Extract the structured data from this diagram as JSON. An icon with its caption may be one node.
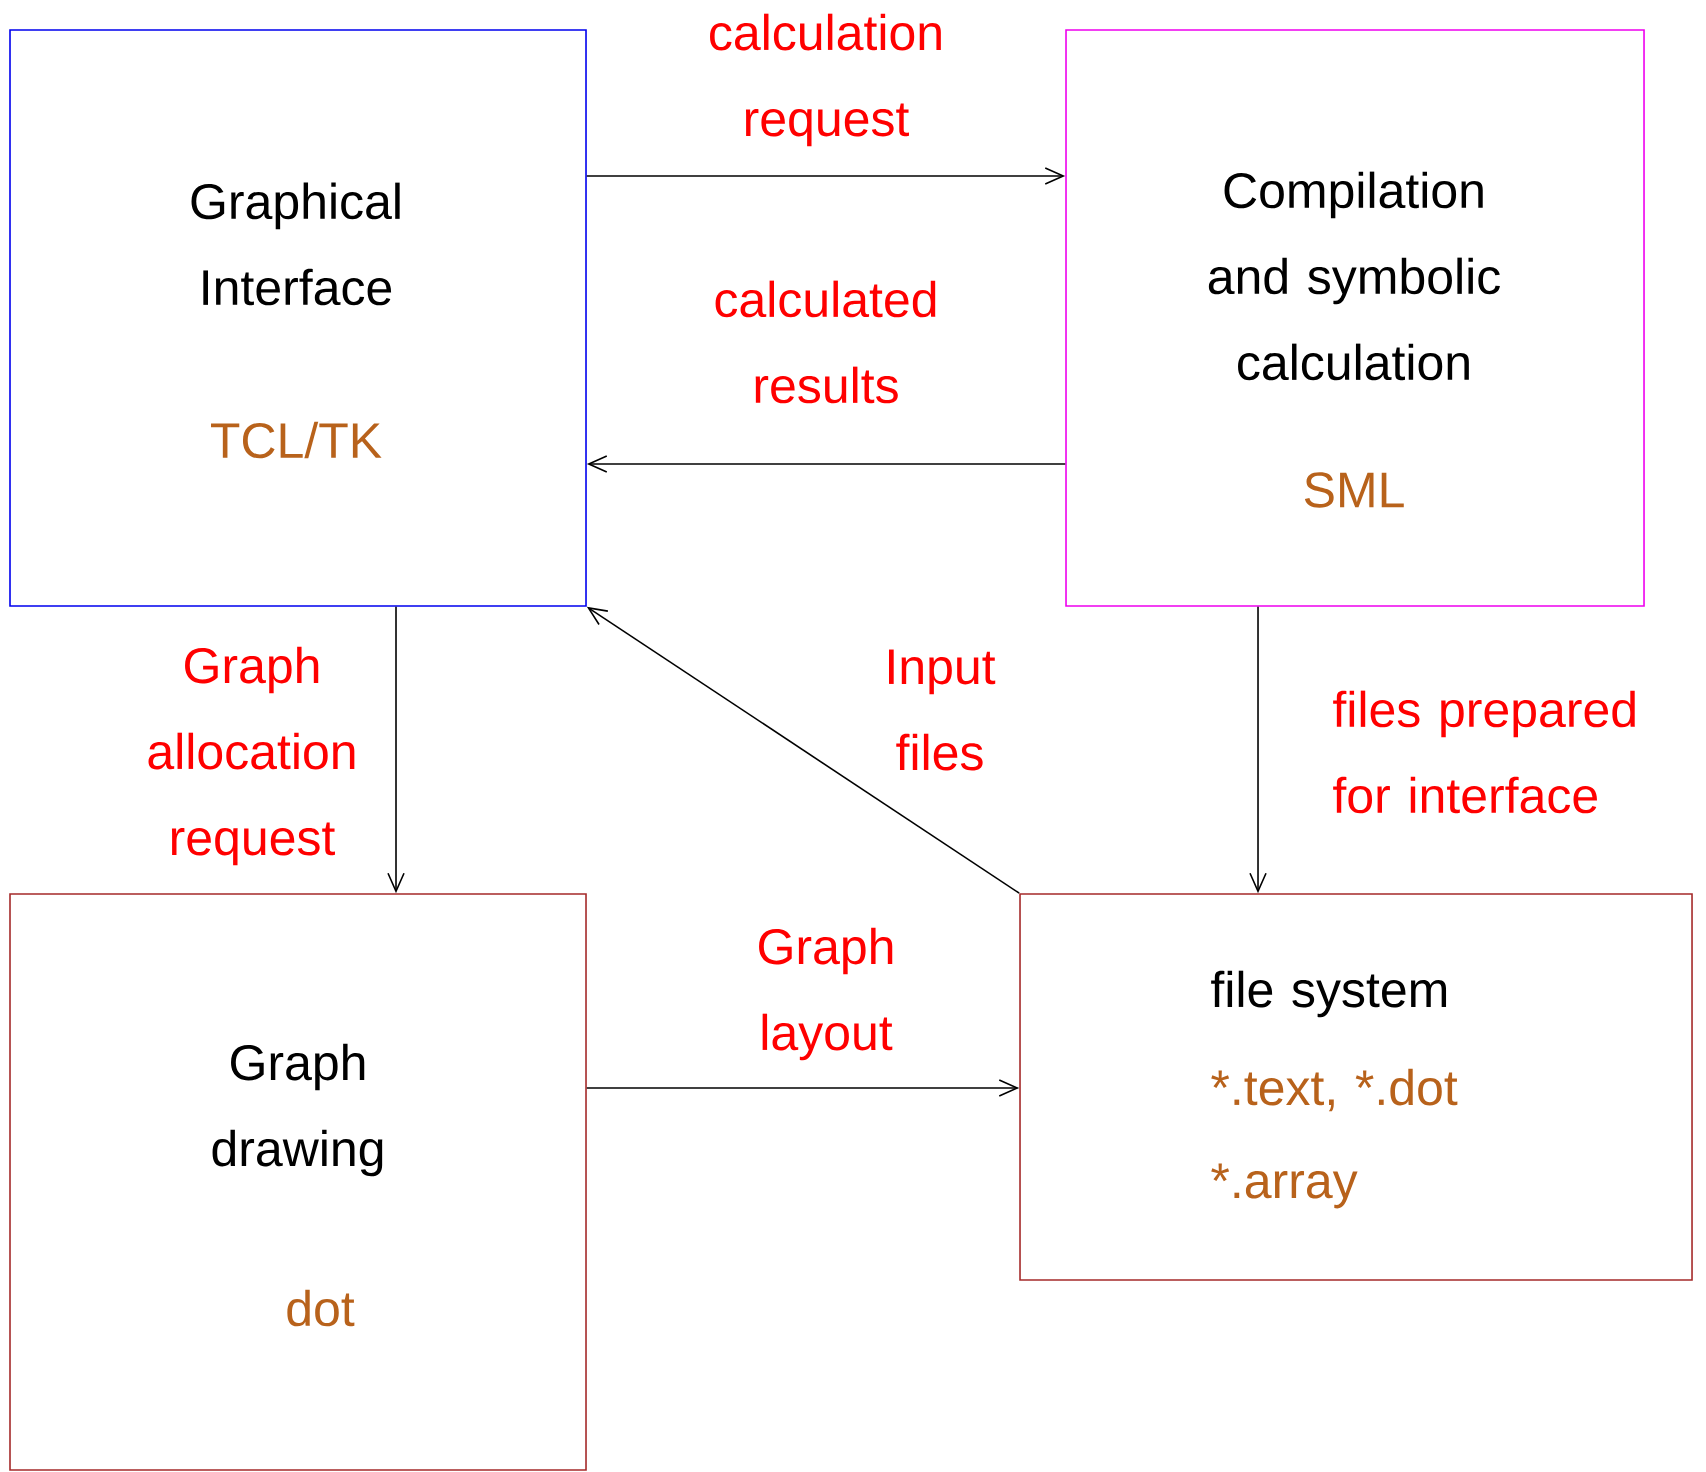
{
  "diagram": {
    "nodes": [
      {
        "text": [
          "Graphical Interface",
          "TCL/TK"
        ]
      },
      {
        "text": [
          "Compilation and symbolic calculation",
          "SML"
        ]
      },
      {
        "text": [
          "Graph drawing",
          "dot"
        ]
      },
      {
        "text": [
          "file system",
          "*.text, *.dot",
          "*.array"
        ]
      }
    ],
    "edges": [
      {
        "from": 0,
        "to": 1,
        "arrow": "to",
        "label": "calculation request"
      },
      {
        "from": 1,
        "to": 0,
        "arrow": "to",
        "label": "calculated results"
      },
      {
        "from": 0,
        "to": 2,
        "arrow": "to",
        "label": "Graph allocation request"
      },
      {
        "from": 3,
        "to": 0,
        "arrow": "to",
        "label": "Input files"
      },
      {
        "from": 1,
        "to": 3,
        "arrow": "to",
        "label": "files prepared for interface"
      },
      {
        "from": 2,
        "to": 3,
        "arrow": "to",
        "label": "Graph layout"
      }
    ]
  }
}
